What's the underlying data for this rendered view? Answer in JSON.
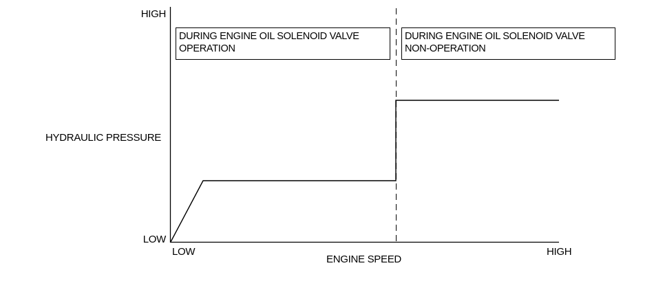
{
  "y_axis": {
    "label": "HYDRAULIC PRESSURE",
    "high_label": "HIGH",
    "low_label": "LOW"
  },
  "x_axis": {
    "label": "ENGINE SPEED",
    "low_label": "LOW",
    "high_label": "HIGH"
  },
  "regions": {
    "operation": {
      "line1": "DURING ENGINE OIL SOLENOID VALVE",
      "line2": "OPERATION"
    },
    "non_operation": {
      "line1": "DURING ENGINE OIL SOLENOID VALVE",
      "line2": "NON-OPERATION"
    }
  },
  "colors": {
    "line": "#000000",
    "background": "#ffffff"
  }
}
